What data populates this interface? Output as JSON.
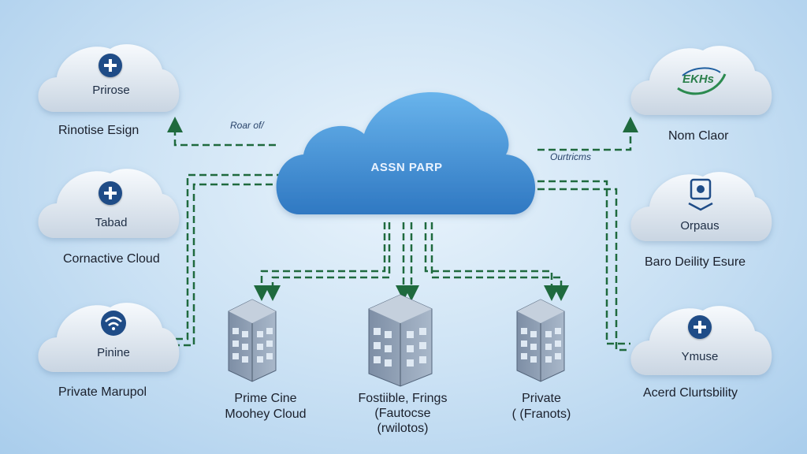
{
  "center_cloud": {
    "title": "ASSN PARP"
  },
  "left_clouds": [
    {
      "label": "Prirose",
      "icon": "plus-icon",
      "caption": "Rinotise Esign"
    },
    {
      "label": "Tabad",
      "icon": "plus-icon",
      "caption": "Cornactive Cloud"
    },
    {
      "label": "Pinine",
      "icon": "wifi-icon",
      "caption": "Private Marupol"
    }
  ],
  "right_clouds": [
    {
      "label": "",
      "logo_text": "EKHs",
      "icon": "swoosh-logo-icon",
      "caption": "Nom Claor"
    },
    {
      "label": "Orpaus",
      "icon": "shield-icon",
      "caption": "Baro Deility Esure"
    },
    {
      "label": "Ymuse",
      "icon": "plus-icon",
      "caption": "Acerd Clurtsbility"
    }
  ],
  "buildings": [
    {
      "caption_lines": [
        "Prime Cine",
        "Moohey Cloud"
      ]
    },
    {
      "caption_lines": [
        "Fostiible, Frings",
        "(Fautocse",
        "(rwilotos)"
      ]
    },
    {
      "caption_lines": [
        "Private",
        "( (Franots)"
      ]
    }
  ],
  "connector_notes": {
    "left": "Roar of/",
    "right": "Ourtricms"
  },
  "colors": {
    "connector": "#1f6a3e",
    "center_cloud": "#3b89cf",
    "side_cloud": "#eef3f8",
    "building": "#8fa0b5"
  }
}
